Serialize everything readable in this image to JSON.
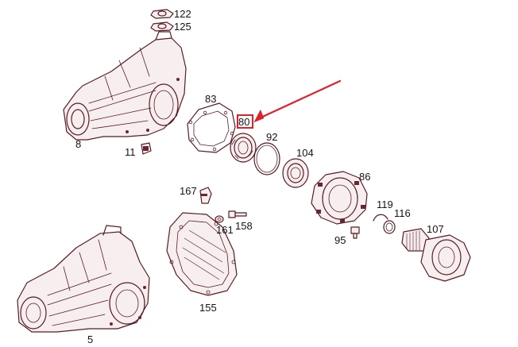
{
  "parts": [
    {
      "id": "122",
      "label": "122"
    },
    {
      "id": "125",
      "label": "125"
    },
    {
      "id": "8",
      "label": "8"
    },
    {
      "id": "11",
      "label": "11"
    },
    {
      "id": "83",
      "label": "83"
    },
    {
      "id": "80",
      "label": "80"
    },
    {
      "id": "92",
      "label": "92"
    },
    {
      "id": "104",
      "label": "104"
    },
    {
      "id": "86",
      "label": "86"
    },
    {
      "id": "167",
      "label": "167"
    },
    {
      "id": "161",
      "label": "161"
    },
    {
      "id": "158",
      "label": "158"
    },
    {
      "id": "119",
      "label": "119"
    },
    {
      "id": "116",
      "label": "116"
    },
    {
      "id": "95",
      "label": "95"
    },
    {
      "id": "107",
      "label": "107"
    },
    {
      "id": "155",
      "label": "155"
    },
    {
      "id": "5",
      "label": "5"
    }
  ],
  "highlight": {
    "part": "80",
    "color": "#e0202a"
  },
  "colors": {
    "ink": "#5a1c24",
    "label": "#1a1212",
    "highlight": "#e0202a"
  }
}
